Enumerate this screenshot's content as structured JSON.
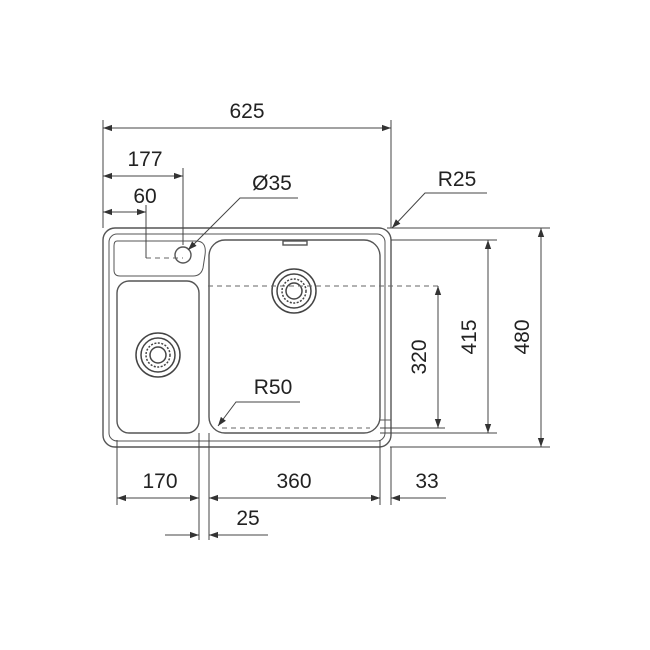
{
  "drawing": {
    "dimensions": {
      "overall_width": "625",
      "tap_hole_offset": "177",
      "small_offset": "60",
      "tap_hole_diameter": "Ø35",
      "corner_radius_outer": "R25",
      "corner_radius_bowl": "R50",
      "main_bowl_depth": "320",
      "inner_height": "415",
      "overall_height": "480",
      "small_bowl_width": "170",
      "main_bowl_width": "360",
      "right_edge": "33",
      "divider_width": "25"
    },
    "colors": {
      "line": "#555555",
      "text": "#222222",
      "background": "#ffffff"
    }
  }
}
